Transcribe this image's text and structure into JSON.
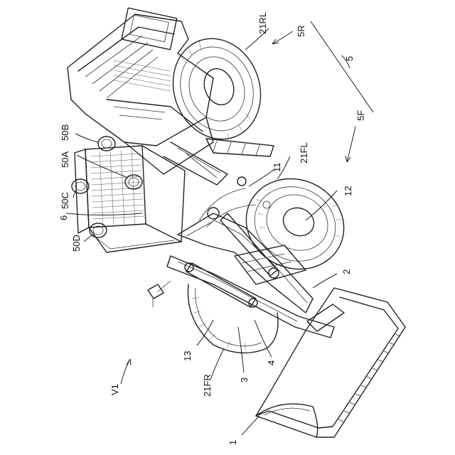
{
  "labels": {
    "v1": "V1",
    "n1": "1",
    "n2": "2",
    "n3": "3",
    "n4": "4",
    "n5": "5",
    "n5r": "5R",
    "n5f": "5F",
    "n6": "6",
    "n11": "11",
    "n12": "12",
    "n13": "13",
    "n21rl": "21RL",
    "n21fl": "21FL",
    "n21fr": "21FR",
    "n50a": "50A",
    "n50b": "50B",
    "n50c": "50C",
    "n50d": "50D"
  }
}
